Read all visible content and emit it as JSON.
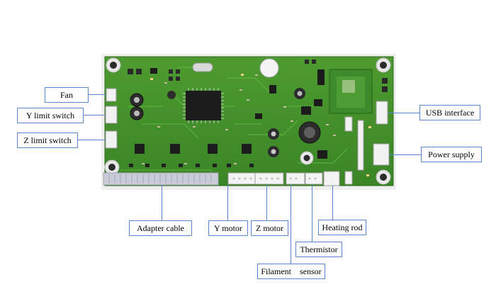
{
  "diagram": {
    "labels": {
      "fan": "Fan",
      "y_limit_switch": "Y limit switch",
      "z_limit_switch": "Z limit switch",
      "usb_interface": "USB interface",
      "power_supply": "Power supply",
      "adapter_cable": "Adapter cable",
      "y_motor": "Y motor",
      "z_motor": "Z motor",
      "heating_rod": "Heating rod",
      "thermistor": "Thermistor",
      "filament_sensor": "Filament    sensor"
    },
    "colors": {
      "board": "#3f8f2a",
      "board_light": "#56a83a",
      "leader": "#5a87c8",
      "label_border": "#5a87c8"
    }
  }
}
